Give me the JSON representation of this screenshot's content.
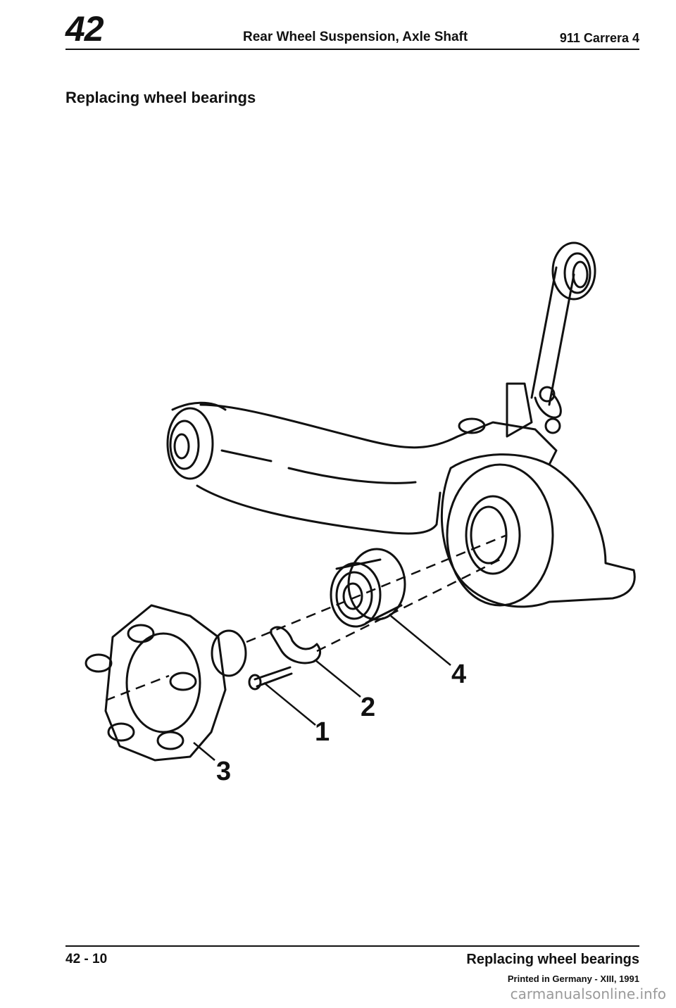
{
  "header": {
    "chapter_number": "42",
    "title": "Rear Wheel Suspension, Axle Shaft",
    "model": "911 Carrera 4"
  },
  "section": {
    "title": "Replacing wheel bearings"
  },
  "figure": {
    "callouts": [
      "1",
      "2",
      "3",
      "4"
    ]
  },
  "footer": {
    "page_number": "42 - 10",
    "section_title": "Replacing wheel bearings",
    "print_info": "Printed in Germany - XIII, 1991"
  },
  "watermark": "carmanualsonline.info"
}
